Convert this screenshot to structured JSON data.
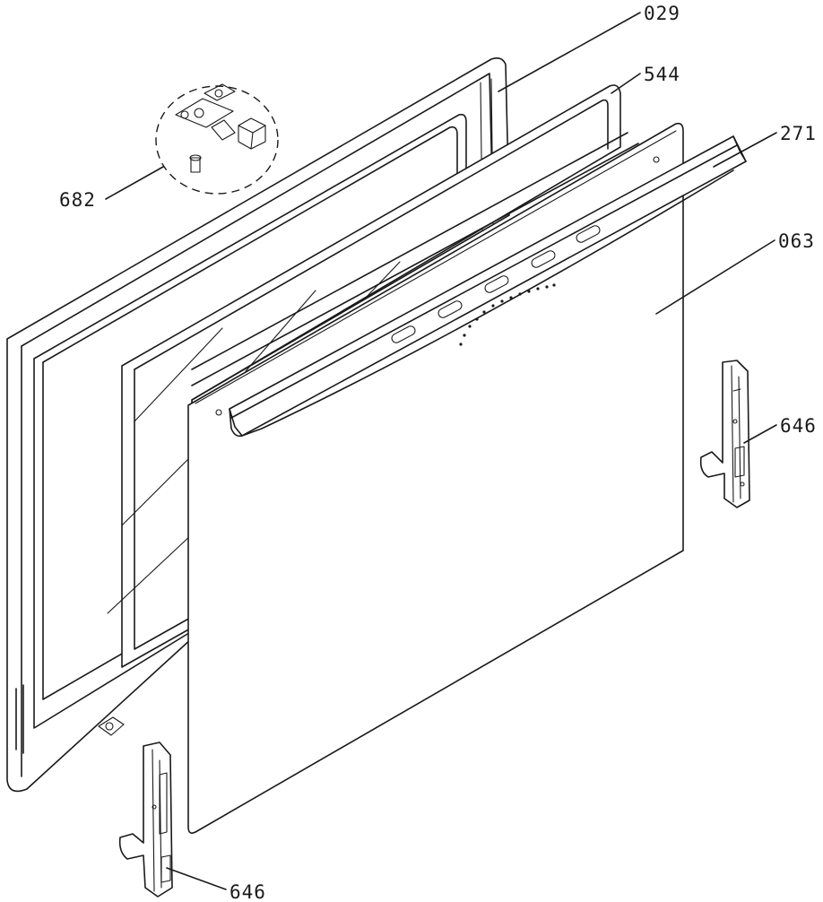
{
  "diagram": {
    "description_type": "exploded parts drawing",
    "labels": {
      "p029": "029",
      "p544": "544",
      "p271": "271",
      "p063": "063",
      "p682": "682",
      "p646_right": "646",
      "p646_bottom": "646"
    },
    "colors": {
      "line": "#1a1a1a",
      "background": "#ffffff"
    }
  }
}
